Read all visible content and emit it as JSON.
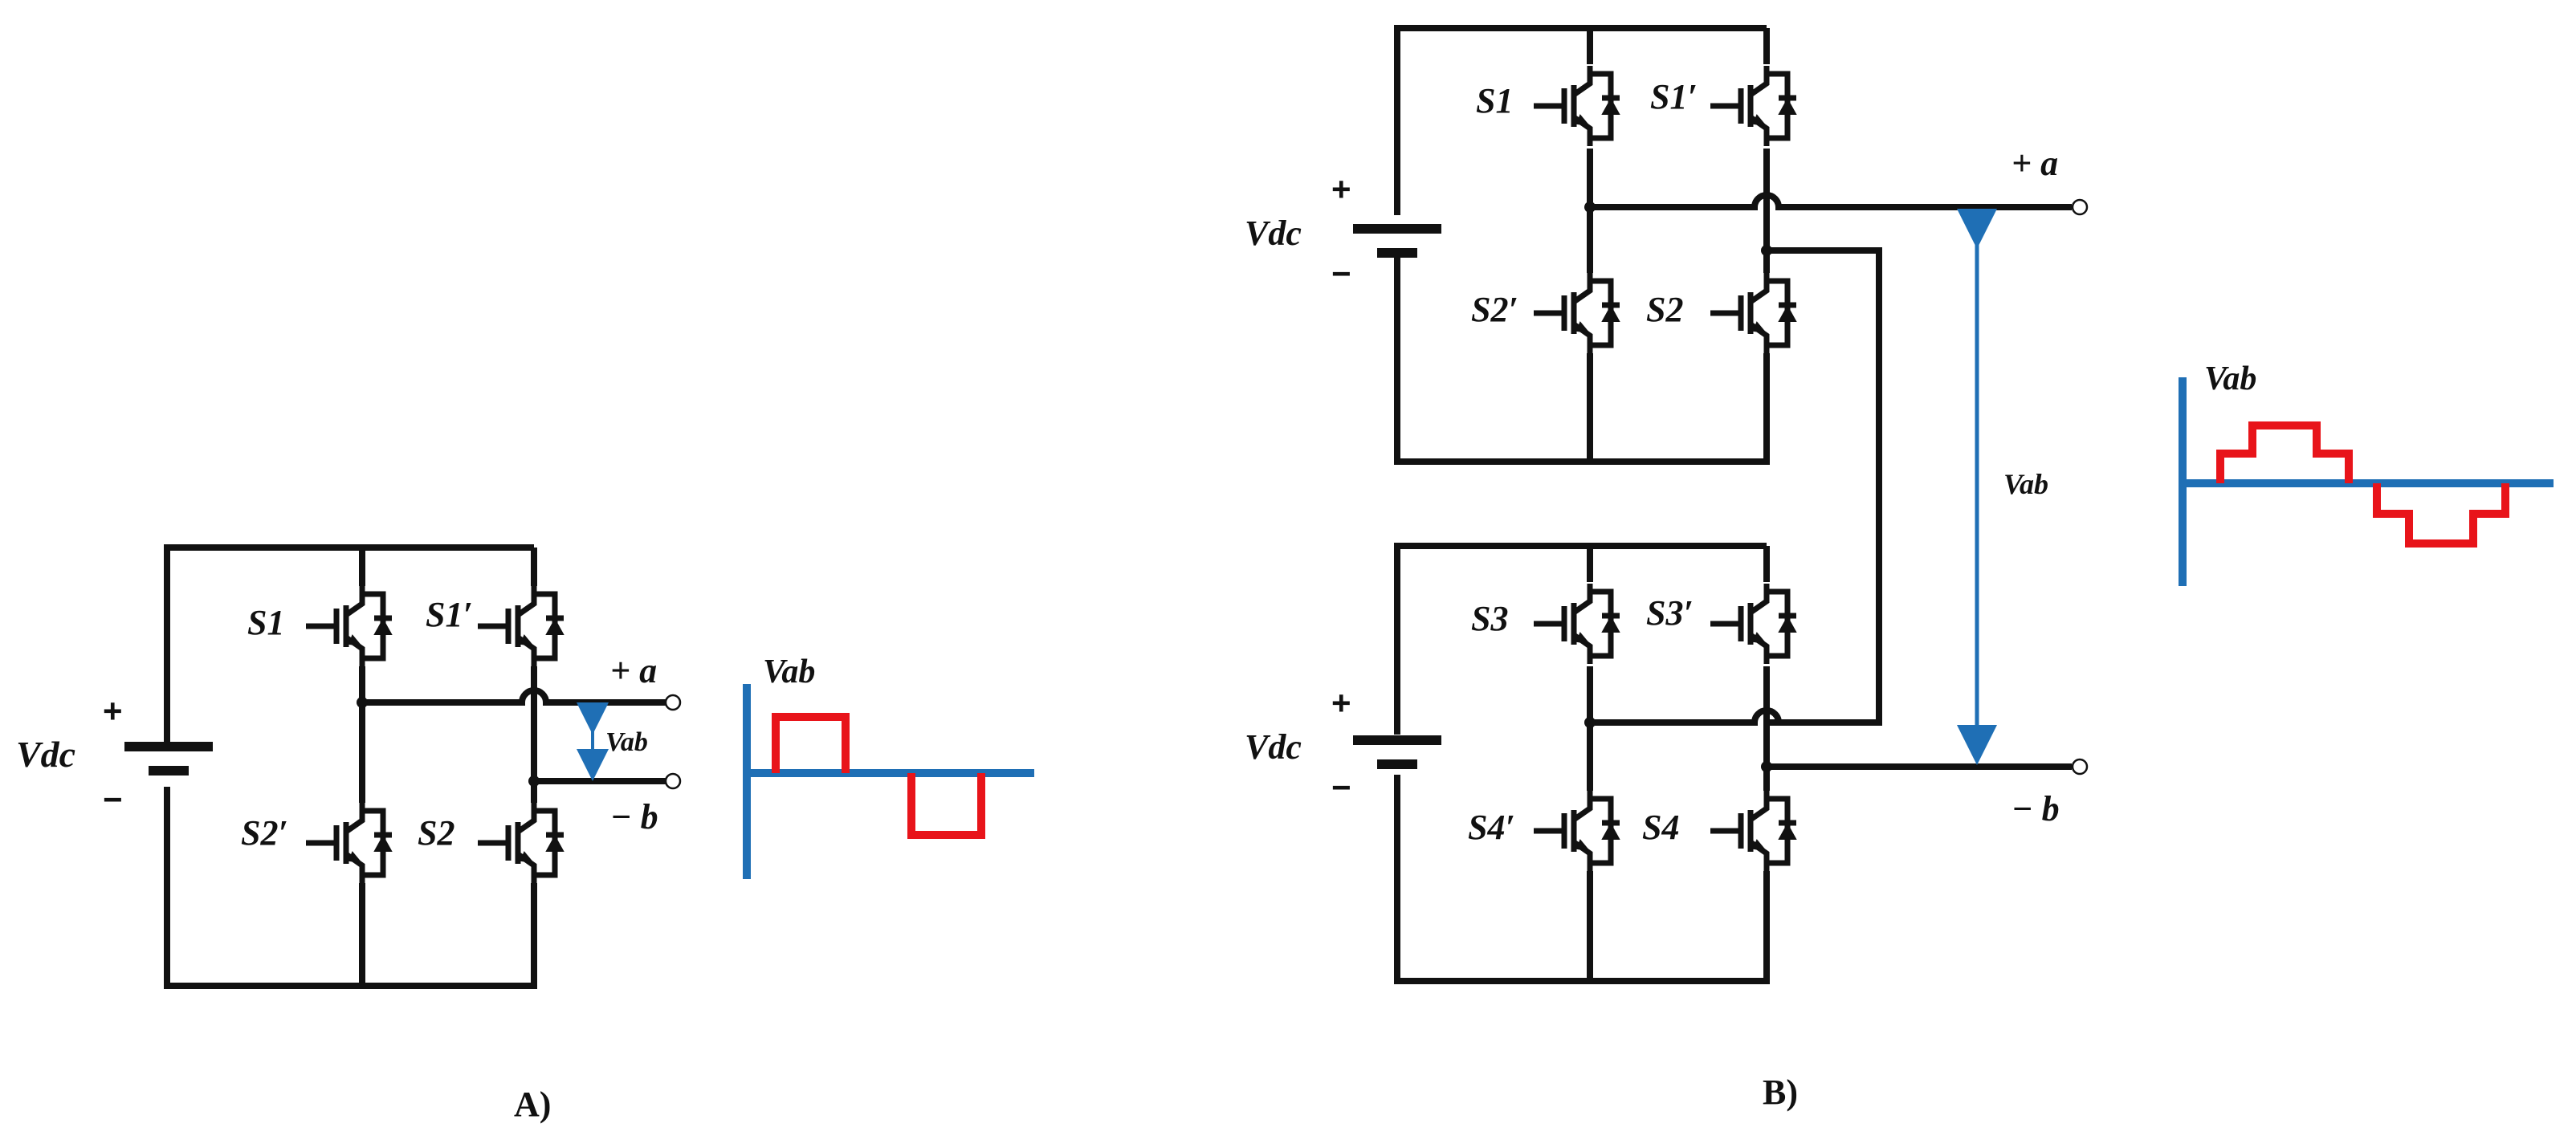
{
  "colors": {
    "wire": "#111111",
    "arrow": "#1f6fb5",
    "waveform_axis": "#1f6fb5",
    "waveform_signal": "#e8141a"
  },
  "panel_a": {
    "caption": "A)",
    "source_label": "Vdc",
    "plus": "+",
    "minus": "−",
    "switches": [
      "S1",
      "S1′",
      "S2′",
      "S2"
    ],
    "terminal_a": "+ a",
    "terminal_b": "− b",
    "vab_label": "Vab",
    "waveform_label": "Vab"
  },
  "panel_b": {
    "caption": "B)",
    "source_labels": [
      "Vdc",
      "Vdc"
    ],
    "plus": "+",
    "minus": "−",
    "switches_top": [
      "S1",
      "S1′",
      "S2′",
      "S2"
    ],
    "switches_bottom": [
      "S3",
      "S3′",
      "S4′",
      "S4"
    ],
    "terminal_a": "+ a",
    "terminal_b": "− b",
    "vab_label": "Vab",
    "waveform_label": "Vab"
  }
}
